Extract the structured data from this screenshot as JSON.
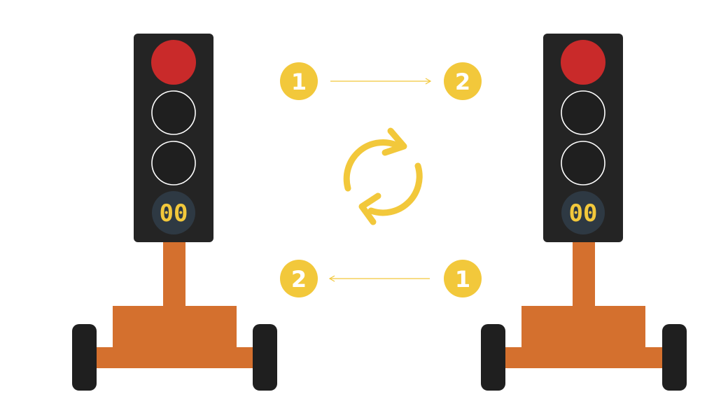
{
  "colors": {
    "housing": "#242424",
    "red_lamp": "#c92a2a",
    "off_lamp": "#1f1f1f",
    "lamp_ring": "#ffffff",
    "counter_bg": "#2e3943",
    "accent": "#f2c83b",
    "post": "#d4702e",
    "wheel": "#1f1f1f",
    "arrow_line": "#f2c83b"
  },
  "lights": [
    {
      "id": "left",
      "active_lamp": "red",
      "counter": "00"
    },
    {
      "id": "right",
      "active_lamp": "red",
      "counter": "00"
    }
  ],
  "top_flow": {
    "from": "1",
    "to": "2"
  },
  "bottom_flow": {
    "from": "1",
    "to": "2"
  },
  "icons": {
    "cycle": "refresh-cycle-icon"
  }
}
